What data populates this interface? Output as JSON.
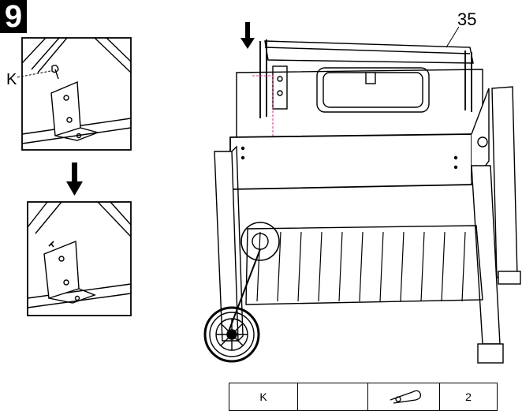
{
  "step": {
    "number": "9"
  },
  "callouts": {
    "part_letter": "K",
    "part_number": "35"
  },
  "parts_table": {
    "letter": "K",
    "blank": "",
    "quantity": "2",
    "icon": "hairpin-cotter-pin-icon"
  }
}
